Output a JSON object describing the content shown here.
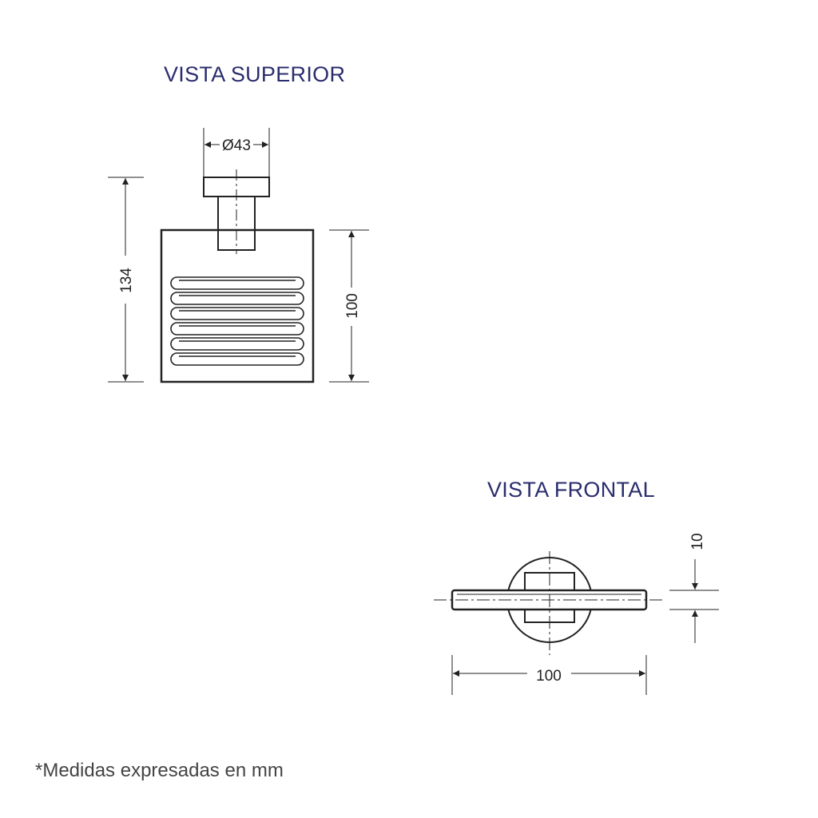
{
  "views": {
    "top": {
      "title": "VISTA SUPERIOR"
    },
    "front": {
      "title": "VISTA FRONTAL"
    }
  },
  "dimensions": {
    "top_diameter": "Ø43",
    "top_total_height": "134",
    "top_body_height": "100",
    "front_width": "100",
    "front_thickness": "10"
  },
  "footnote": "*Medidas expresadas en mm",
  "colors": {
    "title": "#2b2d6e",
    "line": "#222222",
    "note": "#444444"
  }
}
